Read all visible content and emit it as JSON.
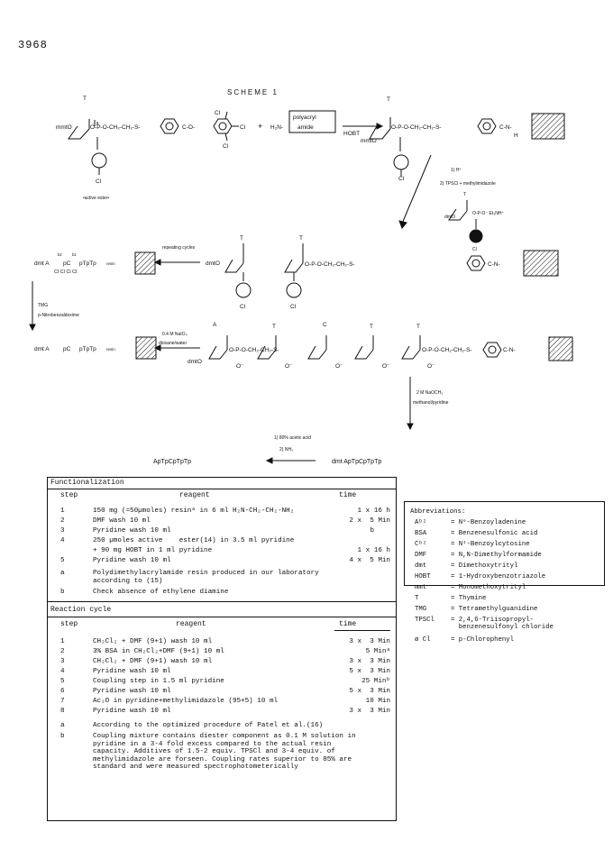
{
  "page_number": "3968",
  "scheme": {
    "title": "SCHEME  1",
    "labels": {
      "mmtO_1": "mmtO",
      "T_1": "T",
      "linker_1": "O-P-O-CH₂-CH₂-S-",
      "ester_co": "C-O-",
      "cl_a": "Cl",
      "cl_b": "Cl",
      "cl_c": "Cl",
      "cl_d": "Cl",
      "plus": "+",
      "h2n": "H₂N-",
      "resin": "polyacryl amide",
      "resin1": "polyacryl",
      "resin2": "amide",
      "hobt": "HOBT",
      "mmtO_2": "mmtO",
      "T_2": "T",
      "linker_2": "O-P-O-CH₂-CH₂-S-",
      "amide": "C-N-",
      "h": "H",
      "active_ester": "•active ester•",
      "step1": "1) H⁺",
      "step2": "2) TPSCl + methylimidazole",
      "dmtO_r": "dmtO",
      "T_r": "T",
      "et3nh": "O-P-O⁻ Et₃NH⁺",
      "cl_r": "Cl",
      "repeating": "repeating cycles",
      "dmt_seq": "dmt AᵇᶻpCᵇᶻpTpTp",
      "dmt_seq_a": "dmt  A",
      "dmt_seq_b": "pC",
      "dmt_seq_c": "pTpTp",
      "bz": "bz",
      "clclcl": "Cl Cl Cl Cl",
      "resin_small": "resin",
      "dmtO_3": "dmtO",
      "T_3a": "T",
      "T_3b": "T",
      "linker_3": "O-P-O-CH₂-CH₂-S-",
      "tmg": "TMG",
      "nitro": "p-Nitrobenzaldoxime",
      "naio4": "0.4 M NaIO₄",
      "dioxane": "dioxane/water",
      "dmtO_4": "dmtO",
      "Abz": "A",
      "T_4a": "T",
      "Cbz": "C",
      "T_4b": "T",
      "T_4c": "T",
      "o_minus": "O⁻",
      "linker_4": "O-P-O-CH₂-CH₂-S-",
      "naoch3": "2 M NaOCH₃",
      "methanol": "methanol/pyridine",
      "acetic": "1) 80% acetic acid",
      "nh3": "2) NH₃",
      "product": "ApTpCpTpTp",
      "dmt_product": "dmt ApTpCpTpTp"
    }
  },
  "functionalization": {
    "title": "Functionalization",
    "headers": {
      "step": "step",
      "reagent": "reagent",
      "time": "time"
    },
    "rows": [
      {
        "step": "1",
        "reagent": "150 mg (≈50µmoles) resinᵃ in 6 ml H₂N-CH₂-CH₂-NH₂",
        "time": "1 x 16 h"
      },
      {
        "step": "2",
        "reagent": "DMF wash 10 ml",
        "time": "2 x  5 Min"
      },
      {
        "step": "3",
        "reagent": "Pyridine wash 10 ml",
        "time": "b"
      },
      {
        "step": "4",
        "reagent": "250 µmoles active    ester(14) in 3.5 ml pyridine",
        "time": ""
      },
      {
        "step": "",
        "reagent": "+ 90 mg HOBT in 1 ml pyridine",
        "time": "1 x 16 h"
      },
      {
        "step": "5",
        "reagent": "Pyridine wash 10 ml",
        "time": "4 x  5 Min"
      },
      {
        "step": "a",
        "reagent": "Polydimethylacrylamide resin produced in our laboratory",
        "time": ""
      },
      {
        "step": "",
        "reagent": "according to (15)",
        "time": ""
      },
      {
        "step": "b",
        "reagent": "Check absence of ethylene diamine",
        "time": ""
      }
    ]
  },
  "reaction_cycle": {
    "title": "Reaction cycle",
    "headers": {
      "step": "step",
      "reagent": "reagent",
      "time": "time"
    },
    "rows": [
      {
        "step": "1",
        "reagent": "CH₂Cl₂ + DMF (9+1) wash 10 ml",
        "time": "3 x  3 Min"
      },
      {
        "step": "2",
        "reagent": "3% BSA in CH₂Cl₂+DMF (9+1) 10 ml",
        "time": "5 Minᵃ"
      },
      {
        "step": "3",
        "reagent": "CH₂Cl₂ + DMF (9+1) wash 10 ml",
        "time": "3 x  3 Min"
      },
      {
        "step": "4",
        "reagent": "Pyridine wash 10 ml",
        "time": "5 x  3 Min"
      },
      {
        "step": "5",
        "reagent": "Coupling step in 1.5 ml pyridine",
        "time": "25 Minᵇ"
      },
      {
        "step": "6",
        "reagent": "Pyridine wash 10 ml",
        "time": "5 x  3 Min"
      },
      {
        "step": "7",
        "reagent": "Ac₂O in pyridine+methylimidazole (95+5) 10 ml",
        "time": "10 Min"
      },
      {
        "step": "8",
        "reagent": "Pyridine wash 10 ml",
        "time": "3 x  3 Min"
      }
    ],
    "notes": [
      {
        "key": "a",
        "text": "According to the optimized procedure of Patel et al.(16)"
      },
      {
        "key": "b",
        "text": "Coupling mixture contains diester component as 0.1 M solution in pyridine in a 3-4 fold excess compared to the actual resin capacity. Additives of 1.5-2 equiv. TPSCl and 3-4 equiv. of methylimidazole are forseen. Coupling rates superior to 85% are standard and were measured spectrophotometerically"
      }
    ]
  },
  "abbreviations": {
    "title": "Abbreviations:",
    "items": [
      {
        "key": "Aᵇᶻ",
        "value": "= N⁶-Benzoyladenine"
      },
      {
        "key": "BSA",
        "value": "= Benzenesulfonic acid"
      },
      {
        "key": "Cᵇᶻ",
        "value": "= N⁴-Benzoylcytosine"
      },
      {
        "key": "DMF",
        "value": "= N,N-Dimethylformamide"
      },
      {
        "key": "dmt",
        "value": "= Dimethoxytrityl"
      },
      {
        "key": "HOBT",
        "value": "= 1-Hydroxybenzotriazole"
      },
      {
        "key": "mmt",
        "value": "= Monomethoxytrityl"
      },
      {
        "key": "T",
        "value": "= Thymine"
      },
      {
        "key": "TMG",
        "value": "= Tetramethylguanidine"
      },
      {
        "key": "TPSCl",
        "value": "= 2,4,6-Triisopropyl-\n  benzenesulfonyl chloride"
      },
      {
        "key": "ø Cl",
        "value": "= p-Chlorophenyl"
      }
    ]
  }
}
